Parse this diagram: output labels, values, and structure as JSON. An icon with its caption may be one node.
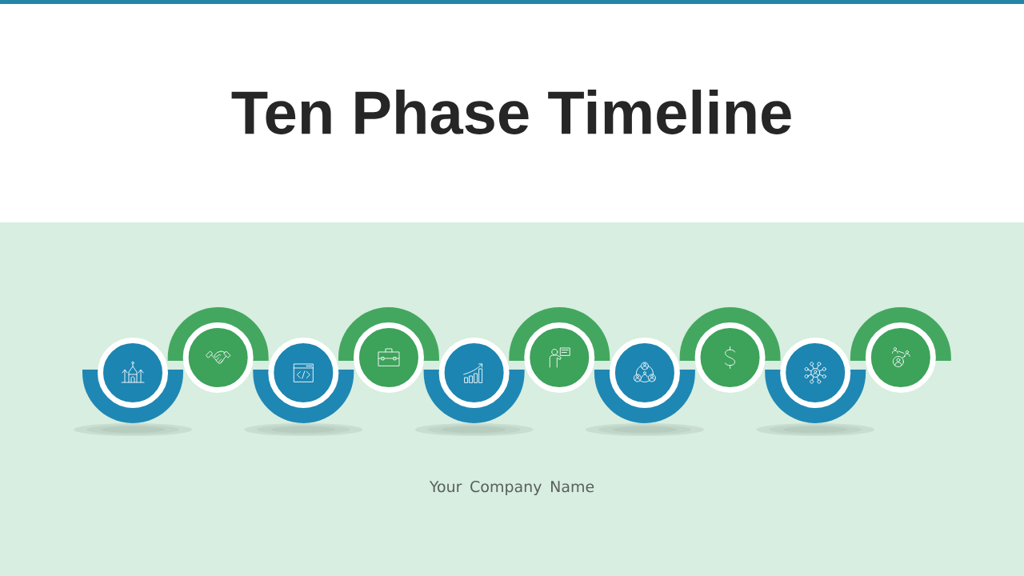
{
  "diagram": {
    "title": "Ten Phase Timeline",
    "nodes": [
      {
        "text": [],
        "shape": "circle"
      },
      {
        "text": [],
        "shape": "circle"
      },
      {
        "text": [],
        "shape": "circle"
      },
      {
        "text": [],
        "shape": "circle"
      },
      {
        "text": [],
        "shape": "circle"
      },
      {
        "text": [],
        "shape": "circle"
      },
      {
        "text": [],
        "shape": "circle"
      },
      {
        "text": [],
        "shape": "circle"
      },
      {
        "text": [],
        "shape": "circle"
      },
      {
        "text": [],
        "shape": "circle"
      }
    ],
    "labels": [
      "Your Company Name"
    ]
  }
}
